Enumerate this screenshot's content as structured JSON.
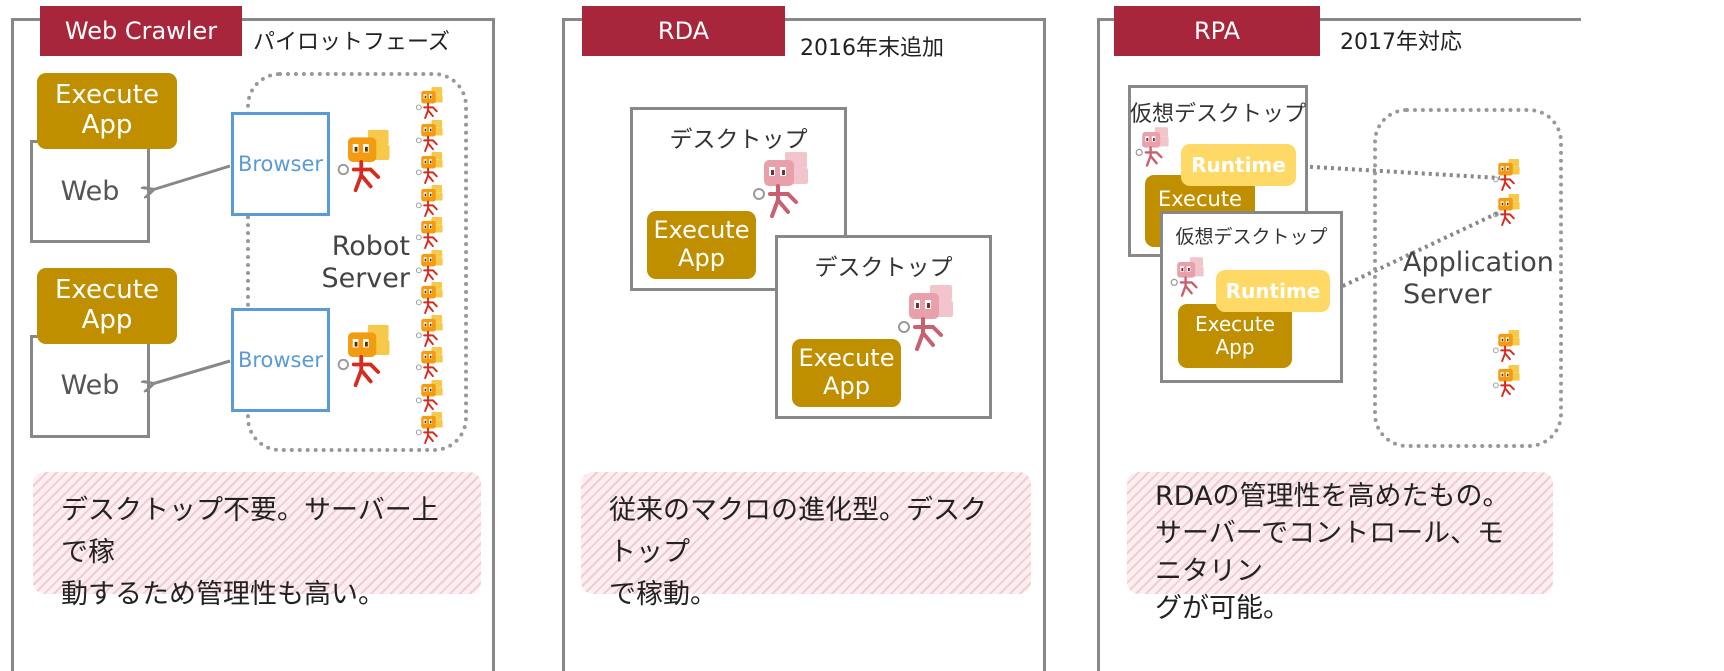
{
  "colors": {
    "tab_red": "#a8263b",
    "execute_gold": "#bf8f00",
    "runtime_yellow": "#ffd966",
    "browser_blue": "#5b9bd5",
    "robot_orange": "#f39c12",
    "robot_pink": "#e8a0ab",
    "frame_gray": "#888888"
  },
  "panels": [
    {
      "tab": "Web Crawler",
      "note": "パイロットフェーズ",
      "execute": [
        "Execute",
        "App"
      ],
      "web": "Web",
      "browser": "Browser",
      "server": [
        "Robot",
        "Server"
      ],
      "desc": [
        "デスクトップ不要。サーバー上で稼",
        "動するため管理性も高い。"
      ]
    },
    {
      "tab": "RDA",
      "note": "2016年末追加",
      "desktop": "デスクトップ",
      "execute": [
        "Execute",
        "App"
      ],
      "desc": [
        "従来のマクロの進化型。デスクトップ",
        "で稼動。"
      ]
    },
    {
      "tab": "RPA",
      "note": "2017年対応",
      "vdesktop": "仮想デスクトップ",
      "runtime": "Runtime",
      "execute": [
        "Execute",
        "App"
      ],
      "server": [
        "Application",
        "Server"
      ],
      "desc": [
        "RDAの管理性を高めたもの。",
        "サーバーでコントロール、モニタリン",
        "グが可能。"
      ]
    }
  ]
}
